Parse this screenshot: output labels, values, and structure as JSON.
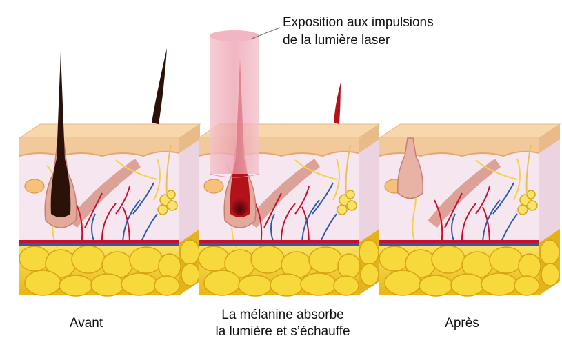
{
  "callout": {
    "line1": "Exposition aux impulsions",
    "line2": "de la lumière laser"
  },
  "panels": [
    {
      "id": "before",
      "caption_lines": [
        "Avant"
      ]
    },
    {
      "id": "during",
      "caption_lines": [
        "La mélanine absorbe",
        "la lumière et s’échauffe"
      ]
    },
    {
      "id": "after",
      "caption_lines": [
        "Après"
      ]
    }
  ],
  "colors": {
    "epidermis": "#f2c99a",
    "dermis": "#f6e6ef",
    "fat": "#f3d236",
    "artery": "#c8102e",
    "vein": "#2f5aa8",
    "hair": "#2a1208",
    "hair_heated": "#b3121b",
    "laser": "#e9a3b0"
  }
}
